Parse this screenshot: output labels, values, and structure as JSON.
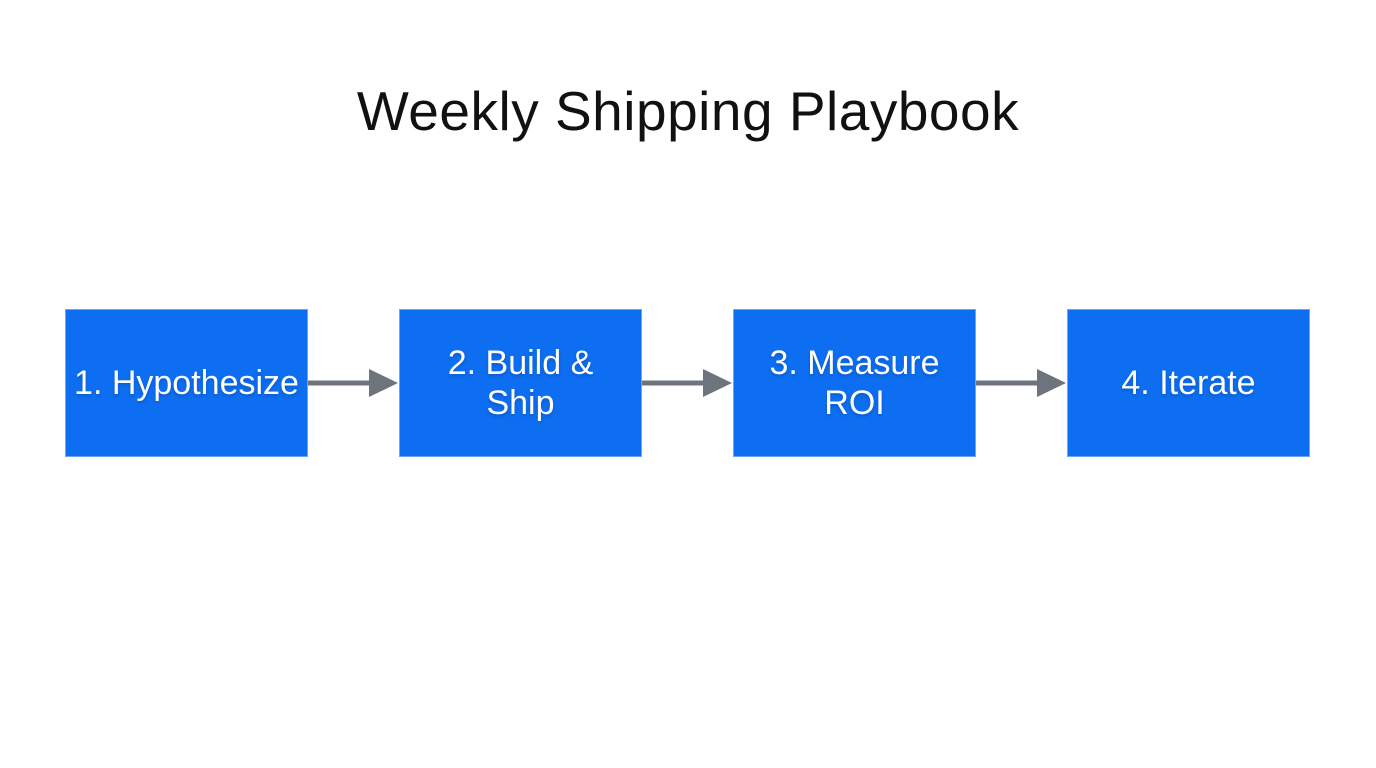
{
  "title": "Weekly Shipping Playbook",
  "diagram": {
    "type": "flowchart",
    "direction": "left-to-right",
    "connector": "arrow-right",
    "steps": [
      {
        "label": "1. Hypothesize"
      },
      {
        "label": "2. Build &\nShip"
      },
      {
        "label": "3. Measure\nROI"
      },
      {
        "label": "4. Iterate"
      }
    ]
  },
  "colors": {
    "background": "#ffffff",
    "box_fill": "#0d6ef2",
    "box_border": "#6ea4f4",
    "box_text": "#ffffff",
    "arrow": "#6e747e",
    "title_text": "#111111"
  }
}
